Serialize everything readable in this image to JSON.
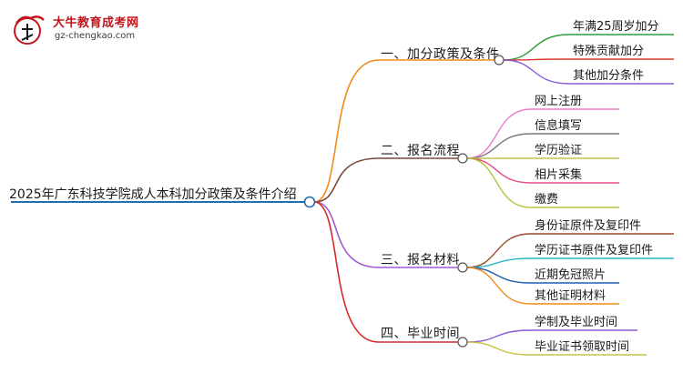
{
  "logo": {
    "name": "大牛教育成考网",
    "url": "gz-chengkao.com",
    "mark_color": "#c0161c"
  },
  "mindmap": {
    "root": "2025年广东科技学院成人本科加分政策及条件介绍",
    "root_color": "#1f6fb5",
    "branches": [
      {
        "label": "一、加分政策及条件",
        "color": "#f28a1c",
        "children": [
          {
            "label": "年满25周岁加分",
            "color": "#2f9e3a"
          },
          {
            "label": "特殊贡献加分",
            "color": "#d83a2e"
          },
          {
            "label": "其他加分条件",
            "color": "#8a5bd6"
          }
        ]
      },
      {
        "label": "二、报名流程",
        "color": "#7a4a3a",
        "children": [
          {
            "label": "网上注册",
            "color": "#f07ad0"
          },
          {
            "label": "信息填写",
            "color": "#7a7a7a"
          },
          {
            "label": "学历验证",
            "color": "#c9c04a"
          },
          {
            "label": "相片采集",
            "color": "#e84a8a"
          },
          {
            "label": "缴费",
            "color": "#b9c23a"
          }
        ]
      },
      {
        "label": "三、报名材料",
        "color": "#a05ad6",
        "children": [
          {
            "label": "身份证原件及复印件",
            "color": "#9a4a2a"
          },
          {
            "label": "学历证书原件及复印件",
            "color": "#2ab8c8"
          },
          {
            "label": "近期免冠照片",
            "color": "#1f5fb0"
          },
          {
            "label": "其他证明材料",
            "color": "#f28a1c"
          }
        ]
      },
      {
        "label": "四、毕业时间",
        "color": "#d42a2a",
        "children": [
          {
            "label": "学制及毕业时间",
            "color": "#8a5bd6"
          },
          {
            "label": "毕业证书领取时间",
            "color": "#c9c04a"
          }
        ]
      }
    ]
  }
}
